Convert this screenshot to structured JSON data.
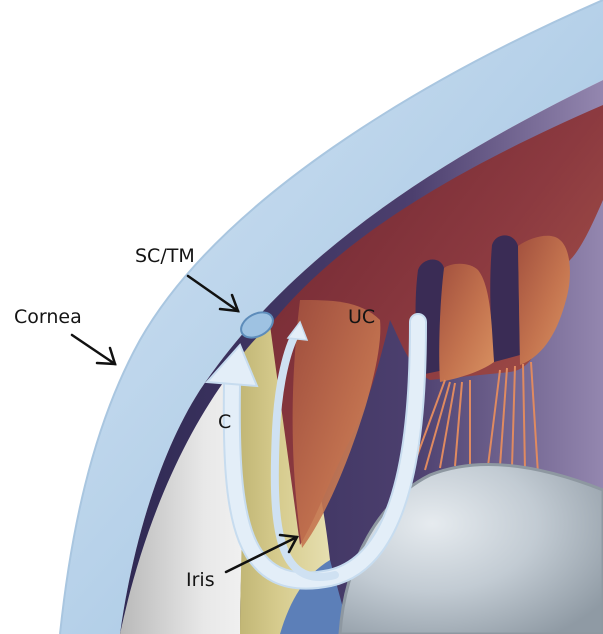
{
  "labels": {
    "cornea": "Cornea",
    "sc_tm": "SC/TM",
    "uc": "UC",
    "c": "C",
    "iris": "Iris"
  },
  "colors": {
    "cornea": "#b8d3ea",
    "ciliary_body": "#8a3540",
    "iris_tissue": "#c97a55",
    "lens": "#c4cdd5",
    "outflow_arrow": "#dbe9f7",
    "zonules": "#e08a60"
  }
}
